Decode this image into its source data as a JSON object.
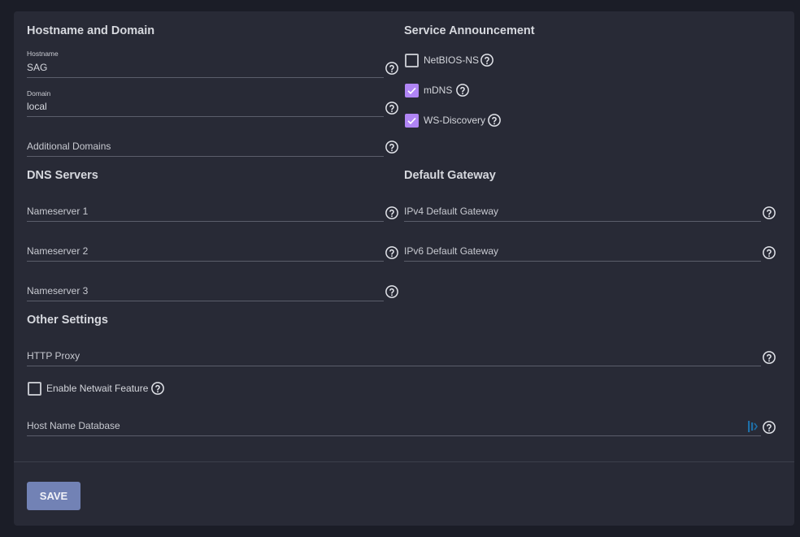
{
  "hostname_domain": {
    "title": "Hostname and Domain",
    "hostname_label": "Hostname",
    "hostname_value": "SAG",
    "domain_label": "Domain",
    "domain_value": "local",
    "additional_domains_placeholder": "Additional Domains"
  },
  "service_announcement": {
    "title": "Service Announcement",
    "items": [
      {
        "label": "NetBIOS-NS",
        "checked": false
      },
      {
        "label": "mDNS",
        "checked": true
      },
      {
        "label": "WS-Discovery",
        "checked": true
      }
    ]
  },
  "dns_servers": {
    "title": "DNS Servers",
    "nameserver1_placeholder": "Nameserver 1",
    "nameserver2_placeholder": "Nameserver 2",
    "nameserver3_placeholder": "Nameserver 3"
  },
  "default_gateway": {
    "title": "Default Gateway",
    "ipv4_placeholder": "IPv4 Default Gateway",
    "ipv6_placeholder": "IPv6 Default Gateway"
  },
  "other_settings": {
    "title": "Other Settings",
    "http_proxy_placeholder": "HTTP Proxy",
    "netwait_label": "Enable Netwait Feature",
    "netwait_checked": false,
    "host_name_db_placeholder": "Host Name Database"
  },
  "actions": {
    "save_label": "SAVE"
  },
  "colors": {
    "background": "#1b1d27",
    "card": "#282a36",
    "accent": "#b085f5",
    "button": "#7282b5"
  }
}
